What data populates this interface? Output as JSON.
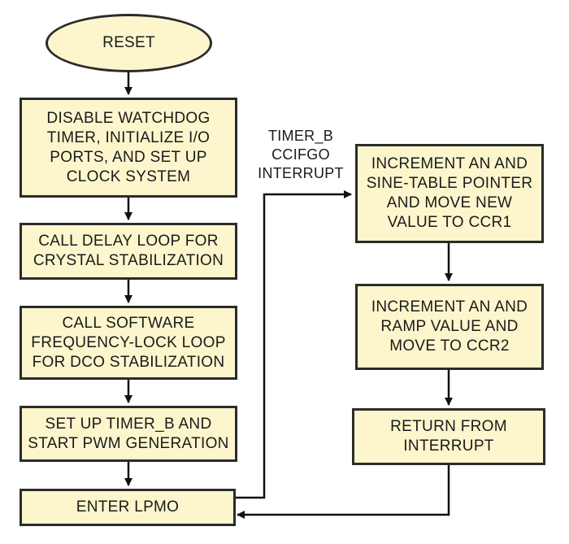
{
  "nodes": {
    "reset": "RESET",
    "disable_watchdog": "DISABLE WATCHDOG\nTIMER, INITIALIZE I/O\nPORTS, AND SET UP\nCLOCK SYSTEM",
    "delay_loop": "CALL DELAY LOOP FOR\nCRYSTAL STABILIZATION",
    "freq_lock": "CALL SOFTWARE\nFREQUENCY-LOCK LOOP\nFOR DCO STABILIZATION",
    "setup_timer": "SET UP TIMER_B AND\nSTART PWM GENERATION",
    "enter_lpm": "ENTER LPMO",
    "increment_sine": "INCREMENT AN AND\nSINE-TABLE POINTER\nAND MOVE NEW\nVALUE TO CCR1",
    "increment_ramp": "INCREMENT AN AND\nRAMP VALUE AND\nMOVE TO CCR2",
    "return_interrupt": "RETURN FROM\nINTERRUPT"
  },
  "labels": {
    "interrupt": "TIMER_B\nCCIFGO\nINTERRUPT"
  },
  "colors": {
    "box_fill": "#fdf6cd",
    "stroke": "#2b2b2b"
  }
}
